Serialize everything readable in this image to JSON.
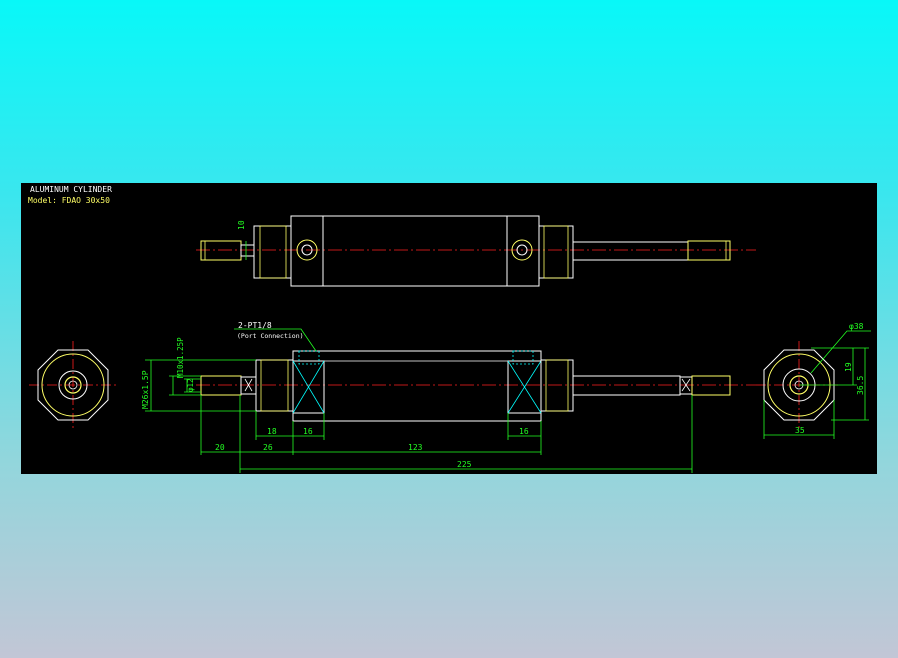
{
  "title": "ALUMINUM CYLINDER",
  "model": "Model: FDAO 30x50",
  "colors": {
    "background": "#000000",
    "outline": "#ffffff",
    "centerline": "#ff2020",
    "dimension": "#22ff22",
    "rod": "#ffff66",
    "port": "#00ffff"
  },
  "labels": {
    "port_spec": "2-PT1/8",
    "port_note": "(Port Connection)",
    "rod_dia": "10",
    "thread_outer": "M26x1.5P",
    "thread_inner": "M10x1.25P",
    "phi12": "φ12",
    "phi38": "φ38",
    "dim_20": "20",
    "dim_26": "26",
    "dim_18": "18",
    "dim_16a": "16",
    "dim_123": "123",
    "dim_16b": "16",
    "dim_225": "225",
    "dim_19": "19",
    "dim_365": "36.5",
    "dim_35": "35"
  }
}
